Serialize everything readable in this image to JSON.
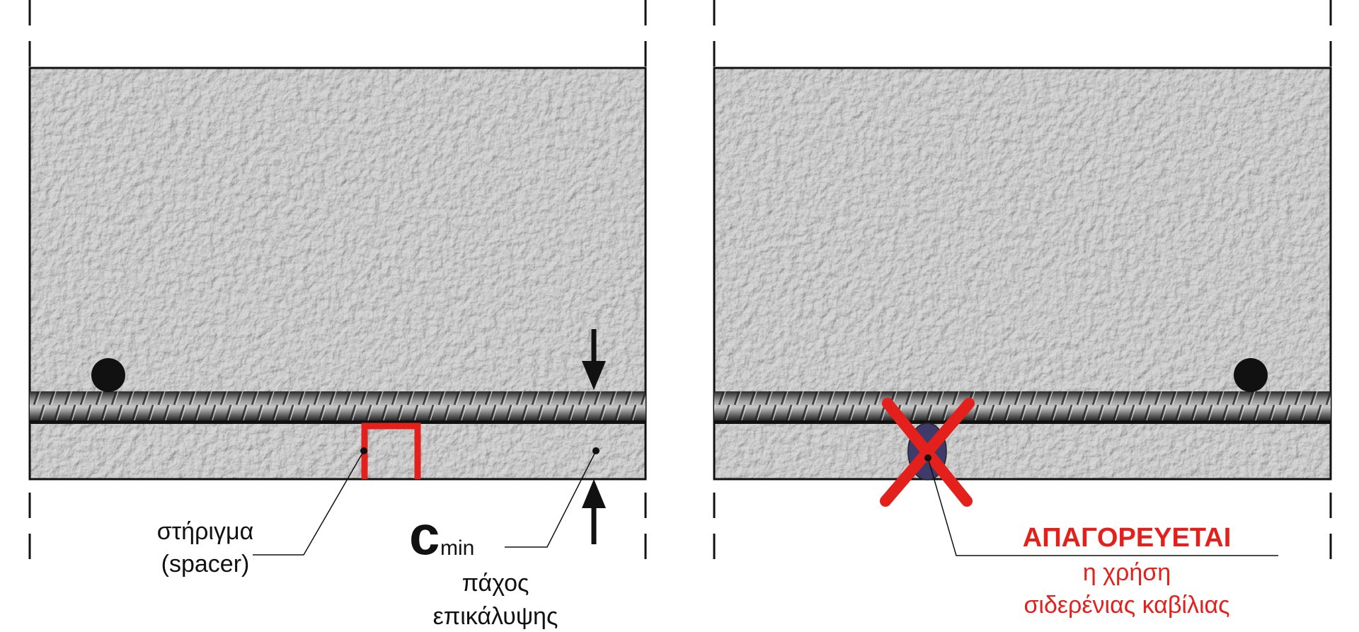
{
  "left_panel": {
    "spacer_label_line1": "στήριγμα",
    "spacer_label_line2": "(spacer)",
    "cover_symbol": "c",
    "cover_subscript": "min",
    "cover_label_line1": "πάχος",
    "cover_label_line2": "επικάλυψης"
  },
  "right_panel": {
    "warning_title": "ΑΠΑΓΟΡΕΥΕΤΑΙ",
    "warning_line1": "η χρήση",
    "warning_line2": "σιδερένιας καβίλιας"
  },
  "colors": {
    "concrete": "#b9b9b9",
    "rebar": "#4a4a4a",
    "spacer": "#e3201b",
    "prohibited": "#e3201b",
    "steel_chair": "#3e3a6a"
  }
}
